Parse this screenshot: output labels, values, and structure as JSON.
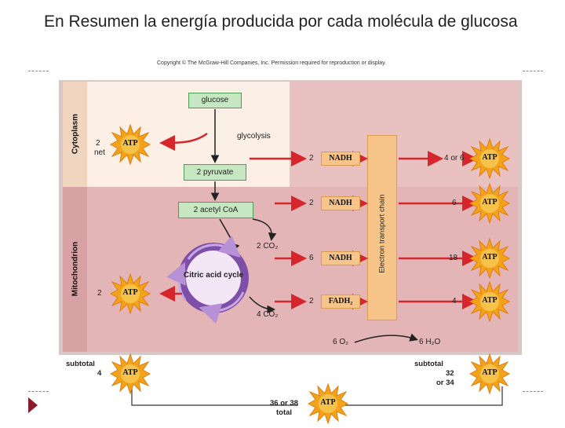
{
  "slide": {
    "title": "En Resumen la energía producida por cada molécula de glucosa",
    "copyright": "Copyright © The McGraw-Hill Companies, Inc. Permission required for reproduction or display."
  },
  "regions": {
    "cytoplasm": "Cytoplasm",
    "mitochondrion": "Mitochondrion"
  },
  "pathway": {
    "glucose": "glucose",
    "glycolysis": "glycolysis",
    "pyruvate": "2 pyruvate",
    "acetyl": "2 acetyl CoA",
    "cycle": "Citric acid cycle",
    "co2_a": "2 CO₂",
    "co2_b": "4 CO₂",
    "etc": "Electron transport chain",
    "o2": "6 O₂",
    "water": "6 H₂O"
  },
  "atp_label": "ATP",
  "glycolysis_atp": {
    "count": "2",
    "note": "net"
  },
  "cycle_atp": {
    "count": "2"
  },
  "carriers": [
    {
      "count": "2",
      "name": "NADH",
      "yield": "4 or 6"
    },
    {
      "count": "2",
      "name": "NADH",
      "yield": "6"
    },
    {
      "count": "6",
      "name": "NADH",
      "yield": "18"
    },
    {
      "count": "2",
      "name": "FADH₂",
      "yield": "4"
    }
  ],
  "subtotals": {
    "left_label": "subtotal",
    "left_value": "4",
    "right_label": "subtotal",
    "right_value": "32",
    "right_alt": "or 34",
    "total_value": "36 or 38",
    "total_label": "total"
  },
  "colors": {
    "arrow_red": "#d6262b",
    "atp_burst": "#f2a31a",
    "cycle_purple": "#7d4fa8",
    "slide_accent": "#8b1a2a"
  },
  "icons": [
    "atp-burst-icon",
    "red-arrow-icon",
    "cycle-arrow-icon",
    "next-slide-icon"
  ]
}
